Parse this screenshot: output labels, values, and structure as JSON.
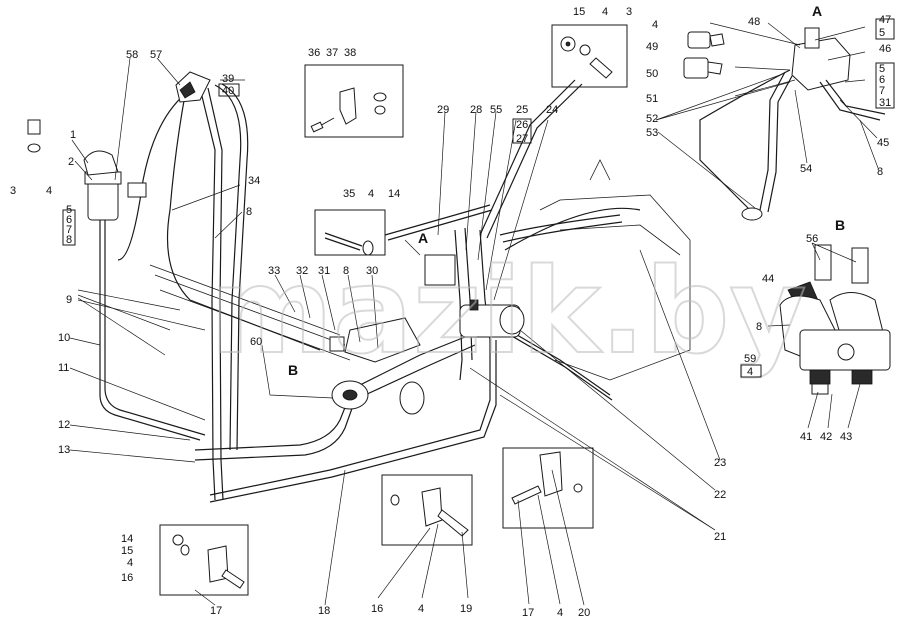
{
  "title": "",
  "watermark": "mazik.by",
  "section_labels": {
    "detail_a": "A",
    "detail_b": "B",
    "main_a": "A",
    "main_b": "B"
  },
  "callouts": {
    "c1": "1",
    "c2": "2",
    "c3_left": "3",
    "c4_left": "4",
    "c5_left": "5",
    "c6_left": "6",
    "c7_left": "7",
    "c8_left": "8",
    "c9": "9",
    "c10": "10",
    "c11": "11",
    "c12": "12",
    "c13": "13",
    "c14": "14",
    "c15": "15",
    "c4_bl": "4",
    "c16_bl": "16",
    "c17_bl": "17",
    "c18": "18",
    "c16_bm": "16",
    "c4_bm": "4",
    "c19": "19",
    "c17_br": "17",
    "c4_br": "4",
    "c20": "20",
    "c21": "21",
    "c22": "22",
    "c23": "23",
    "c57": "57",
    "c58": "58",
    "c39": "39",
    "c40": "40",
    "c34": "34",
    "c8_mid": "8",
    "c36": "36",
    "c37": "37",
    "c38": "38",
    "c35": "35",
    "c4_mid": "4",
    "c14_mid": "14",
    "c33": "33",
    "c32": "32",
    "c31": "31",
    "c8_low": "8",
    "c30": "30",
    "c60": "60",
    "c29": "29",
    "c28": "28",
    "c55": "55",
    "c25": "25",
    "c26": "26",
    "c27": "27",
    "c24": "24",
    "c15_top": "15",
    "c4_top": "4",
    "c3_top": "3",
    "c4_a": "4",
    "c49": "49",
    "c50": "50",
    "c51": "51",
    "c48": "48",
    "c47": "47",
    "c5_a": "5",
    "c46": "46",
    "c5_a2": "5",
    "c6_a": "6",
    "c7_a": "7",
    "c31_a": "31",
    "c52": "52",
    "c53": "53",
    "c45": "45",
    "c54": "54",
    "c8_a": "8",
    "c56": "56",
    "c44": "44",
    "c8_b": "8",
    "c59": "59",
    "c4_b": "4",
    "c41": "41",
    "c42": "42",
    "c43": "43"
  }
}
